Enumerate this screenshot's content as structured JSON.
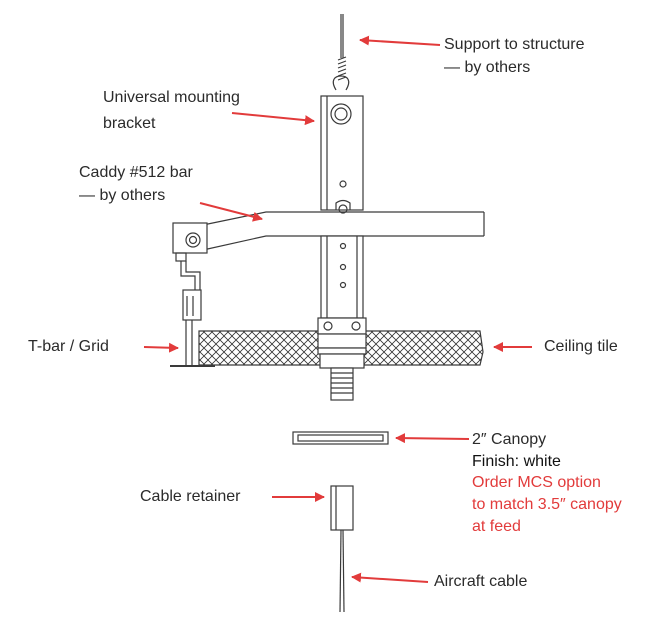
{
  "labels": {
    "support": [
      "Support to structure",
      "— by others"
    ],
    "bracket": [
      "Universal mounting",
      "bracket"
    ],
    "caddy": [
      "Caddy #512 bar",
      "— by others"
    ],
    "tbar": "T-bar / Grid",
    "ceiling_tile": "Ceiling tile",
    "canopy": "2″ Canopy",
    "finish": "Finish: white",
    "mcs_note": [
      "Order MCS option",
      "to match 3.5″ canopy",
      "at feed"
    ],
    "retainer": "Cable retainer",
    "aircraft": "Aircraft cable"
  },
  "colors": {
    "line": "#3a3a3a",
    "arrow": "#e23b3b",
    "label_text": "#2b2b2b",
    "note_red": "#e23b3b"
  },
  "icons": {
    "arrow": "red-arrow-icon",
    "crosshatch": "crosshatch-pattern"
  }
}
